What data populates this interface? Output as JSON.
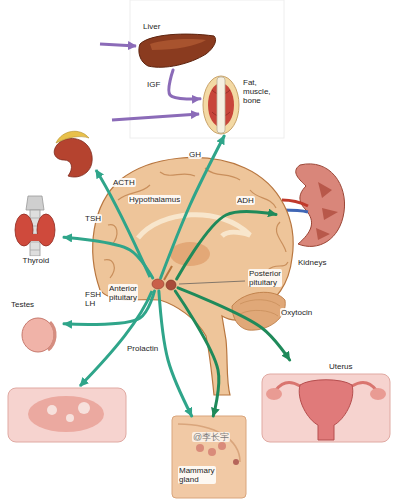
{
  "diagram": {
    "nodes": [
      {
        "text": [
          "Liver"
        ]
      },
      {
        "text": [
          "Fat, muscle, bone"
        ]
      },
      {
        "text": [
          "Kidneys"
        ]
      },
      {
        "text": [
          "Thyroid"
        ]
      },
      {
        "text": [
          "Anterior pituitary"
        ]
      },
      {
        "text": [
          "Posterior pituitary"
        ]
      },
      {
        "text": [
          "Testes"
        ]
      },
      {
        "text": [
          "Uterus"
        ]
      },
      {
        "text": [
          "Mammary gland"
        ]
      }
    ],
    "edges": [
      {
        "from": 0,
        "to": 1,
        "label": "IGF",
        "arrow": "to"
      },
      {
        "from": 4,
        "to": 1,
        "label": "GH",
        "arrow": "to"
      },
      {
        "from": 5,
        "to": 2,
        "label": "ADH",
        "arrow": "to"
      },
      {
        "from": 4,
        "to": 3,
        "label": "TSH",
        "arrow": "to"
      },
      {
        "from": 4,
        "to": 6,
        "label": "FSH LH",
        "arrow": "to"
      },
      {
        "from": 5,
        "to": 7,
        "label": "Oxytocin",
        "arrow": "to"
      },
      {
        "from": 4,
        "to": 8,
        "label": "Prolactin",
        "arrow": "to"
      },
      {
        "from": 5,
        "to": 8,
        "arrow": "to"
      }
    ],
    "labels": [
      "Hypothalamus",
      "ACTH",
      "@李长宇"
    ]
  }
}
